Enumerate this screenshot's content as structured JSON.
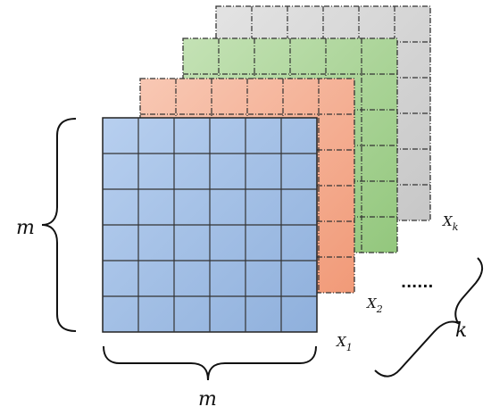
{
  "labels": {
    "m_left": "m",
    "m_bottom": "m",
    "k": "k",
    "ellipsis": "......",
    "matrices": [
      {
        "base": "X",
        "sub": "1"
      },
      {
        "base": "X",
        "sub": "2"
      },
      {
        "base": "X",
        "sub": "k"
      }
    ]
  },
  "grid": {
    "rows": 6,
    "cols": 6
  },
  "colors": {
    "gray": "#d4d4d4",
    "green": "#add59a",
    "orange": "#f5ad93",
    "blue": "#a9c4e8",
    "stroke": "#333333"
  }
}
